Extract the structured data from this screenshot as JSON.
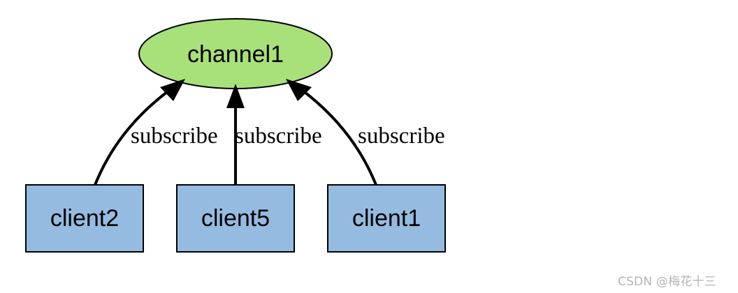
{
  "diagram": {
    "channel": {
      "label": "channel1",
      "fill": "#a8e07a"
    },
    "clients": [
      {
        "id": "client2",
        "label": "client2"
      },
      {
        "id": "client5",
        "label": "client5"
      },
      {
        "id": "client1",
        "label": "client1"
      }
    ],
    "client_fill": "#95bce0",
    "edges": [
      {
        "from": "client2",
        "to": "channel1",
        "label": "subscribe"
      },
      {
        "from": "client5",
        "to": "channel1",
        "label": "subscribe"
      },
      {
        "from": "client1",
        "to": "channel1",
        "label": "subscribe"
      }
    ]
  },
  "watermark": {
    "text": "CSDN @梅花十三"
  }
}
